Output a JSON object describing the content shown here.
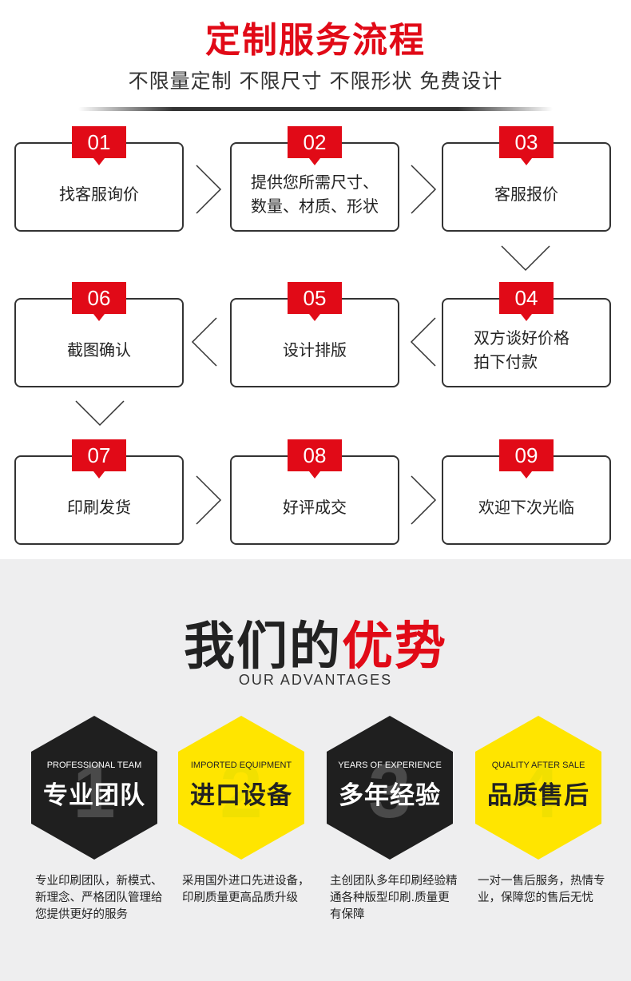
{
  "process": {
    "title": "定制服务流程",
    "subtitle": "不限量定制 不限尺寸 不限形状 免费设计",
    "steps": [
      {
        "num": "01",
        "text": "找客服询价"
      },
      {
        "num": "02",
        "text": "提供您所需尺寸、\n数量、材质、形状"
      },
      {
        "num": "03",
        "text": "客服报价"
      },
      {
        "num": "04",
        "text": "双方谈好价格\n拍下付款"
      },
      {
        "num": "05",
        "text": "设计排版"
      },
      {
        "num": "06",
        "text": "截图确认"
      },
      {
        "num": "07",
        "text": "印刷发货"
      },
      {
        "num": "08",
        "text": "好评成交"
      },
      {
        "num": "09",
        "text": "欢迎下次光临"
      }
    ]
  },
  "advantages": {
    "title_dark": "我们的",
    "title_red": "优势",
    "subtitle": "OUR ADVANTAGES",
    "items": [
      {
        "num": "1",
        "en": "PROFESSIONAL TEAM",
        "cn": "专业团队",
        "desc": "专业印刷团队，新模式、新理念、严格团队管理给您提供更好的服务",
        "style": "dark"
      },
      {
        "num": "2",
        "en": "IMPORTED EQUIPMENT",
        "cn": "进口设备",
        "desc": "采用国外进口先进设备，印刷质量更高品质升级",
        "style": "yellow"
      },
      {
        "num": "3",
        "en": "YEARS OF EXPERIENCE",
        "cn": "多年经验",
        "desc": "主创团队多年印刷经验精通各种版型印刷.质量更有保障",
        "style": "dark"
      },
      {
        "num": "4",
        "en": "QUALITY AFTER SALE",
        "cn": "品质售后",
        "desc": "一对一售后服务，热情专业，保障您的售后无忧",
        "style": "yellow"
      }
    ]
  },
  "colors": {
    "accent_red": "#e10a17",
    "hex_dark": "#1f1f1f",
    "hex_yellow": "#ffe500",
    "section_bg": "#eeeeef"
  }
}
